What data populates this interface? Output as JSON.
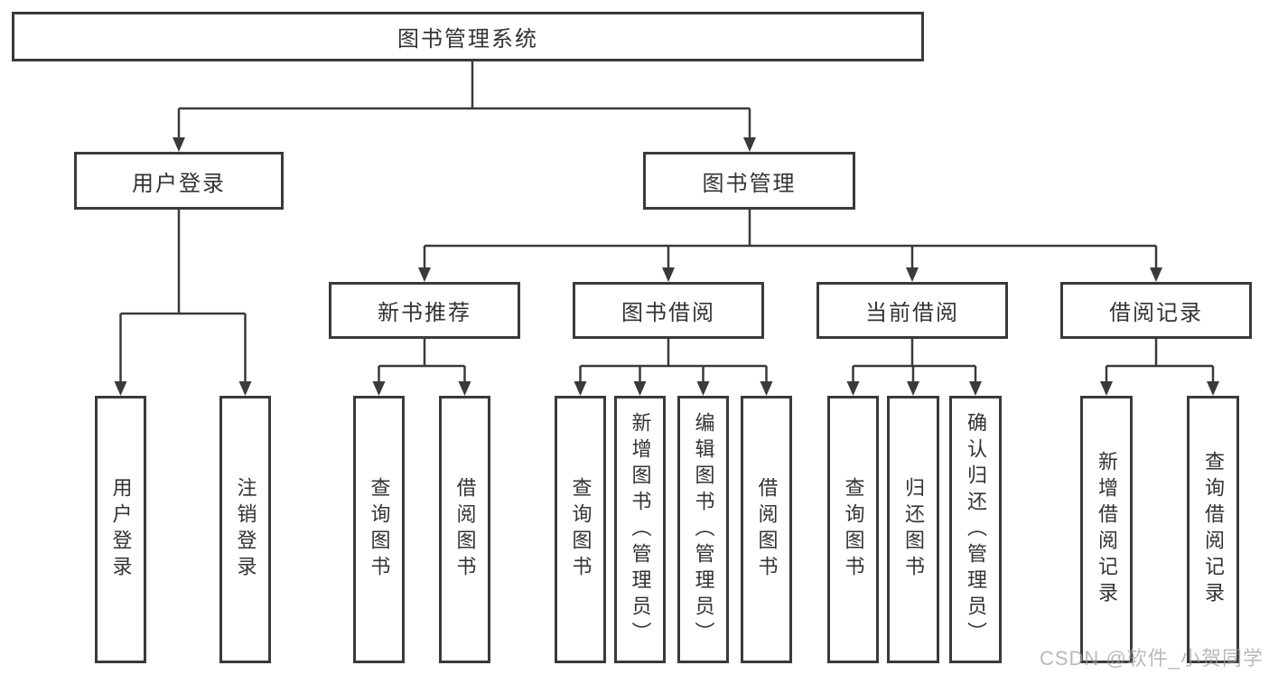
{
  "tree": {
    "root": {
      "label": "图书管理系统"
    },
    "branches": [
      {
        "label": "用户登录",
        "children": [
          {
            "label": "用户登录"
          },
          {
            "label": "注销登录"
          }
        ]
      },
      {
        "label": "图书管理",
        "children": [
          {
            "label": "新书推荐",
            "children": [
              {
                "label": "查询图书"
              },
              {
                "label": "借阅图书"
              }
            ]
          },
          {
            "label": "图书借阅",
            "children": [
              {
                "label": "查询图书"
              },
              {
                "label": "新增图书（管理员）"
              },
              {
                "label": "编辑图书（管理员）"
              },
              {
                "label": "借阅图书"
              }
            ]
          },
          {
            "label": "当前借阅",
            "children": [
              {
                "label": "查询图书"
              },
              {
                "label": "归还图书"
              },
              {
                "label": "确认归还（管理员）"
              }
            ]
          },
          {
            "label": "借阅记录",
            "children": [
              {
                "label": "新增借阅记录"
              },
              {
                "label": "查询借阅记录"
              }
            ]
          }
        ]
      }
    ]
  },
  "watermark": {
    "text": "CSDN @软件_小贺同学"
  },
  "colors": {
    "line": "#3a3a3a",
    "text": "#333333",
    "background": "#ffffff"
  }
}
